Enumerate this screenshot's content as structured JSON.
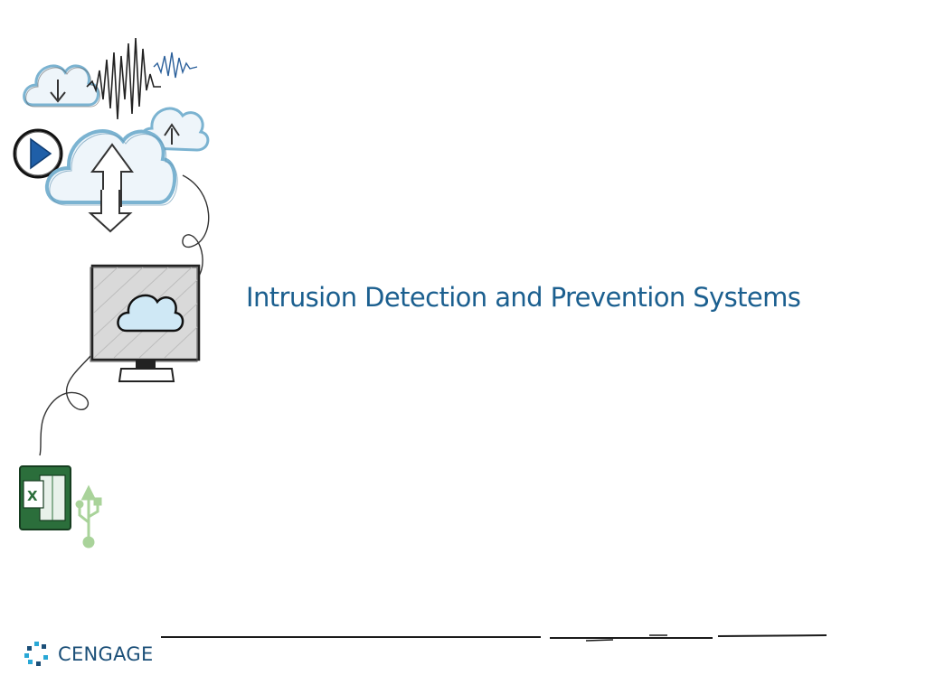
{
  "slide": {
    "title": "Intrusion Detection and Prevention Systems"
  },
  "footer": {
    "logo_text": "CENGAGE"
  },
  "icons": {
    "cloud_download": "cloud-download-icon",
    "waveform": "waveform-icon",
    "play_circle": "play-circle-icon",
    "cloud_sync": "cloud-sync-icon",
    "cloud_upload": "cloud-upload-icon",
    "monitor": "monitor-cloud-icon",
    "spreadsheet": "spreadsheet-icon",
    "usb": "usb-icon",
    "logo_mark": "cengage-logo-mark"
  },
  "colors": {
    "title": "#1b5f8f",
    "sketch_blue": "#7bb3d1",
    "sketch_dark": "#222222",
    "excel_green": "#2b6e3b",
    "logo_blue": "#1b4f78",
    "logo_cyan": "#29a8d6"
  }
}
